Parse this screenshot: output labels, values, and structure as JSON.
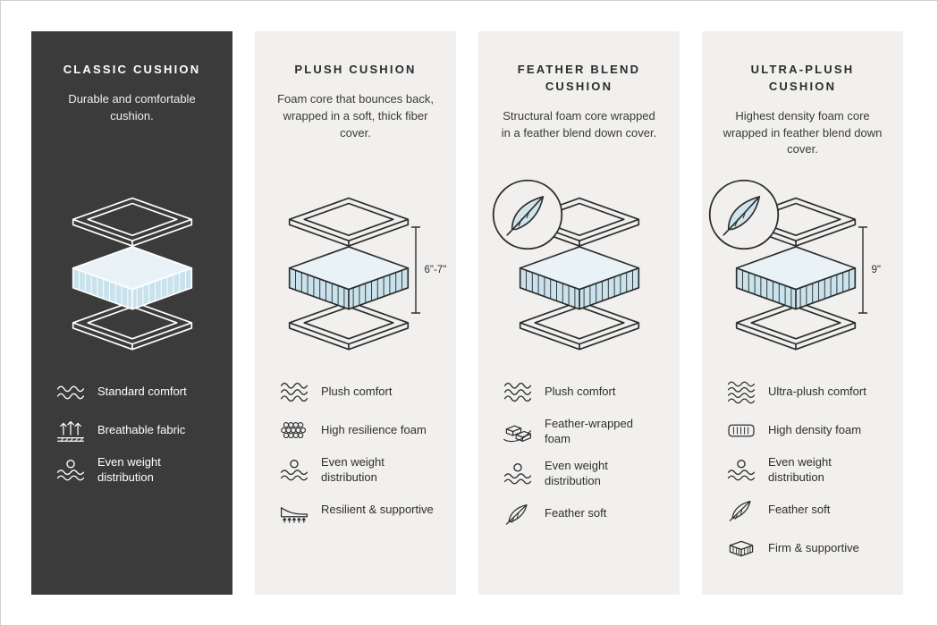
{
  "colors": {
    "dark_card": "#3b3b3b",
    "light_card": "#f1f0ee",
    "cushion_side": "#c9e2ec",
    "cushion_top": "#e9f3f7",
    "line_dark": "#2e2e2e"
  },
  "cards": [
    {
      "title": "CLASSIC CUSHION",
      "description": "Durable and comfortable cushion.",
      "height_label": "",
      "features": [
        {
          "icon": "waves-icon",
          "label": "Standard comfort"
        },
        {
          "icon": "breathable-fabric-icon",
          "label": "Breathable fabric"
        },
        {
          "icon": "even-weight-distribution-icon",
          "label": "Even weight distribution"
        }
      ]
    },
    {
      "title": "PLUSH CUSHION",
      "description": "Foam core that bounces back, wrapped in a soft, thick fiber cover.",
      "height_label": "6\"-7\"",
      "features": [
        {
          "icon": "waves-icon",
          "label": "Plush comfort"
        },
        {
          "icon": "high-resilience-foam-icon",
          "label": "High resilience foam"
        },
        {
          "icon": "even-weight-distribution-icon",
          "label": "Even weight distribution"
        },
        {
          "icon": "resilient-supportive-icon",
          "label": "Resilient & supportive"
        }
      ]
    },
    {
      "title": "FEATHER BLEND CUSHION",
      "description": "Structural foam core wrapped in a feather blend down cover.",
      "height_label": "",
      "features": [
        {
          "icon": "waves-icon",
          "label": "Plush comfort"
        },
        {
          "icon": "feather-wrapped-foam-icon",
          "label": "Feather-wrapped foam"
        },
        {
          "icon": "even-weight-distribution-icon",
          "label": "Even weight distribution"
        },
        {
          "icon": "feather-icon",
          "label": "Feather soft"
        }
      ]
    },
    {
      "title": "ULTRA-PLUSH CUSHION",
      "description": "Highest density foam core wrapped in feather blend down cover.",
      "height_label": "9\"",
      "features": [
        {
          "icon": "waves-icon",
          "label": "Ultra-plush comfort"
        },
        {
          "icon": "high-density-foam-icon",
          "label": "High density foam"
        },
        {
          "icon": "even-weight-distribution-icon",
          "label": "Even weight distribution"
        },
        {
          "icon": "feather-icon",
          "label": "Feather soft"
        },
        {
          "icon": "firm-supportive-icon",
          "label": "Firm & supportive"
        }
      ]
    }
  ]
}
